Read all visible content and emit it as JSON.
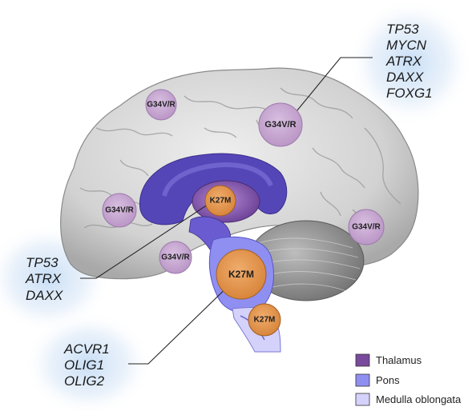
{
  "gene_groups": [
    {
      "id": "top-right",
      "genes": [
        "TP53",
        "MYCN",
        "ATRX",
        "DAXX",
        "FOXG1"
      ]
    },
    {
      "id": "mid-left",
      "genes": [
        "TP53",
        "ATRX",
        "DAXX"
      ]
    },
    {
      "id": "bottom-left",
      "genes": [
        "ACVR1",
        "OLIG1",
        "OLIG2"
      ]
    }
  ],
  "mutations": [
    {
      "id": "g34-top-left",
      "label": "G34V/R"
    },
    {
      "id": "g34-top-right",
      "label": "G34V/R"
    },
    {
      "id": "g34-left",
      "label": "G34V/R"
    },
    {
      "id": "g34-right",
      "label": "G34V/R"
    },
    {
      "id": "g34-lower",
      "label": "G34V/R"
    },
    {
      "id": "k27-thalamus",
      "label": "K27M"
    },
    {
      "id": "k27-pons",
      "label": "K27M"
    },
    {
      "id": "k27-medulla",
      "label": "K27M"
    }
  ],
  "legend": [
    {
      "label": "Thalamus",
      "color": "#7a4a9c"
    },
    {
      "label": "Pons",
      "color": "#8f8ff2"
    },
    {
      "label": "Medulla oblongata",
      "color": "#d4d2fb"
    }
  ],
  "colors": {
    "g34_fill": "#c6a3cf",
    "k27_fill": "#e3944f",
    "brain": "#d9d9d9",
    "ventricle": "#5546b8"
  }
}
